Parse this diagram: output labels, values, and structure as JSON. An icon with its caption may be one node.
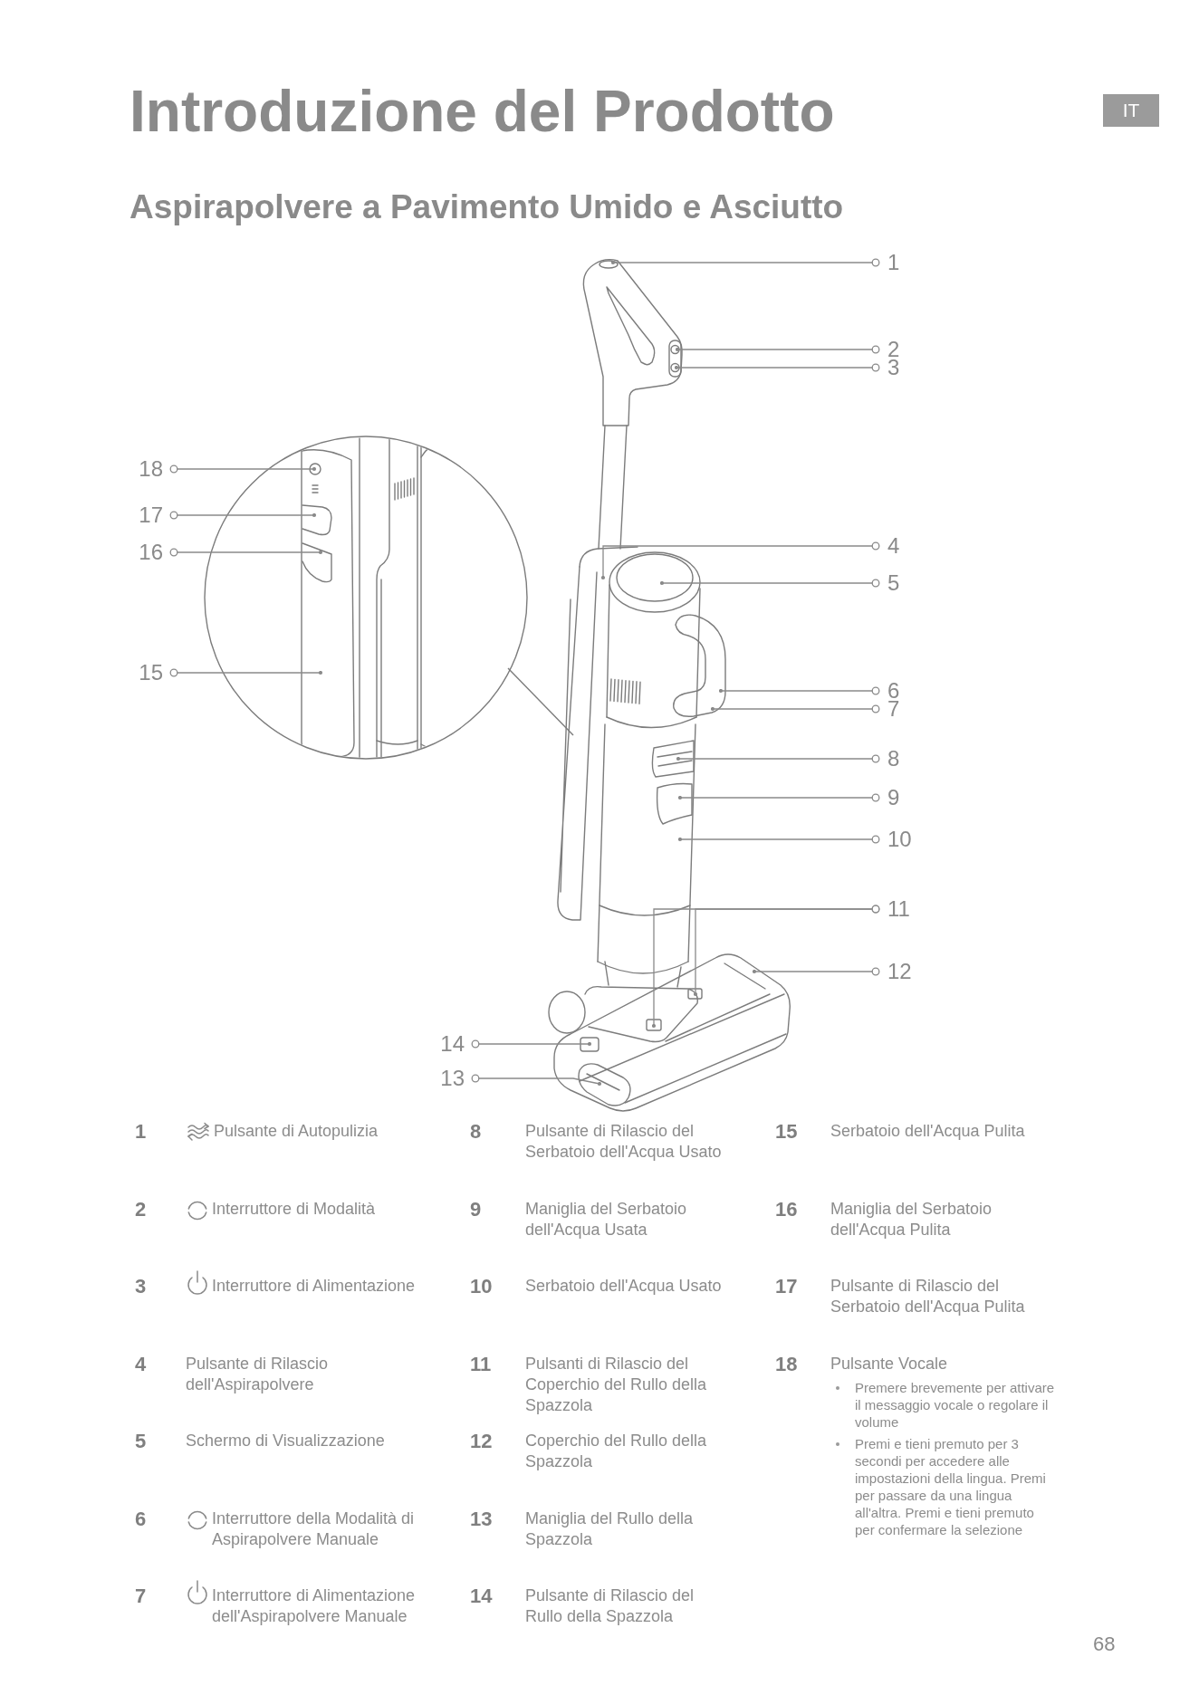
{
  "diagram": {
    "title": "Introduzione del Prodotto",
    "nodes": [
      {
        "text": [
          "IT"
        ]
      },
      {
        "text": [
          "1"
        ]
      },
      {
        "text": [
          "2"
        ]
      },
      {
        "text": [
          "3"
        ]
      },
      {
        "text": [
          "4"
        ]
      },
      {
        "text": [
          "5"
        ]
      },
      {
        "text": [
          "6"
        ]
      },
      {
        "text": [
          "7"
        ]
      },
      {
        "text": [
          "8"
        ]
      },
      {
        "text": [
          "9"
        ]
      },
      {
        "text": [
          "10"
        ]
      },
      {
        "text": [
          "11"
        ]
      },
      {
        "text": [
          "12"
        ]
      },
      {
        "text": [
          "13"
        ]
      },
      {
        "text": [
          "14"
        ]
      },
      {
        "text": [
          "15"
        ]
      },
      {
        "text": [
          "16"
        ]
      },
      {
        "text": [
          "17"
        ]
      },
      {
        "text": [
          "18"
        ]
      }
    ],
    "edges": [
      {
        "from": 1,
        "to": null,
        "arrow": "other"
      },
      {
        "from": 2,
        "to": null,
        "arrow": "other"
      },
      {
        "from": 3,
        "to": null,
        "arrow": "other"
      },
      {
        "from": 4,
        "to": null,
        "arrow": "other"
      },
      {
        "from": 5,
        "to": null,
        "arrow": "other"
      },
      {
        "from": 6,
        "to": null,
        "arrow": "other"
      },
      {
        "from": 7,
        "to": null,
        "arrow": "other"
      },
      {
        "from": 8,
        "to": null,
        "arrow": "other"
      },
      {
        "from": 9,
        "to": null,
        "arrow": "other"
      },
      {
        "from": 10,
        "to": null,
        "arrow": "other"
      },
      {
        "from": 11,
        "to": null,
        "arrow": "other"
      },
      {
        "from": 11,
        "to": null,
        "arrow": "other"
      },
      {
        "from": 12,
        "to": null,
        "arrow": "other"
      },
      {
        "from": 13,
        "to": null,
        "arrow": "other"
      },
      {
        "from": 14,
        "to": null,
        "arrow": "other"
      },
      {
        "from": 15,
        "to": null,
        "arrow": "other"
      },
      {
        "from": 16,
        "to": null,
        "arrow": "other"
      },
      {
        "from": 17,
        "to": null,
        "arrow": "other"
      },
      {
        "from": 18,
        "to": null,
        "arrow": "other"
      }
    ],
    "labels": [
      "Aspirapolvere a Pavimento Umido e Asciutto",
      "1",
      "Pulsante di Autopulizia",
      "8",
      "Pulsante di Rilascio del Serbatoio dell'Acqua Usato",
      "15",
      "Serbatoio dell'Acqua Pulita",
      "2",
      "Interruttore di Modalità",
      "9",
      "Maniglia del Serbatoio dell'Acqua Usata",
      "16",
      "Maniglia del Serbatoio dell'Acqua Pulita",
      "3",
      "Interruttore di Alimentazione",
      "10",
      "Serbatoio dell'Acqua Usato",
      "17",
      "Pulsante di Rilascio del Serbatoio dell'Acqua Pulita",
      "4",
      "Pulsante di Rilascio dell'Aspirapolvere",
      "11",
      "Pulsanti di Rilascio del Coperchio del Rullo della Spazzola",
      "18",
      "Pulsante Vocale",
      "Premere brevemente per attivare il messaggio vocale o regolare il volume",
      "Premi e tieni premuto per 3 secondi per accedere alle impostazioni della lingua. Premi per passare da una lingua all'altra. Premi e tieni premuto per confermare la selezione",
      "5",
      "Schermo di Visualizzazione",
      "12",
      "Coperchio del Rullo della Spazzola",
      "6",
      "Interruttore della Modalità di Aspirapolvere Manuale",
      "13",
      "Maniglia del Rullo della Spazzola",
      "7",
      "Interruttore di Alimentazione dell'Aspirapolvere Manuale",
      "14",
      "Pulsante di Rilascio del Rullo della Spazzola",
      "68"
    ]
  }
}
